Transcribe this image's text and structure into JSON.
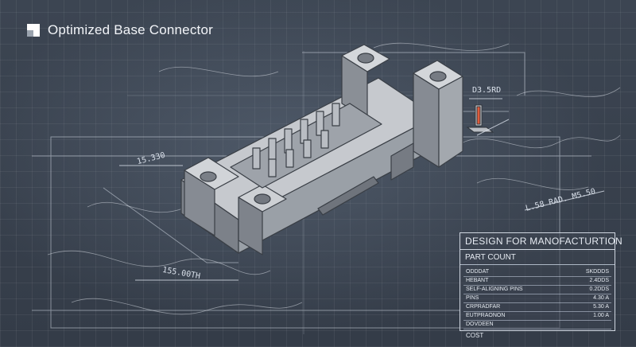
{
  "header": {
    "title": "Optimized Base Connector",
    "logo_icon": "cube-logo-icon"
  },
  "dimensions": {
    "top_right": "D3.5RD",
    "left": "15.330",
    "bottom": "155.00TH",
    "right": "L.58 RAD. M5.50"
  },
  "dfm_panel": {
    "title": "DESIGN FOR MANOFACTURTION",
    "subtitle": "PART COUNT",
    "rows": [
      {
        "label": "ODDDAT",
        "value": "SKDDDS"
      },
      {
        "label": "HEBANT",
        "value": "2.4DDS"
      },
      {
        "label": "SELF-ALIGNING PINS",
        "value": "0.2DDS"
      },
      {
        "label": "PINS",
        "value": "4.30 A"
      },
      {
        "label": "CRPRADFAR",
        "value": "5.30 A"
      },
      {
        "label": "EUTPRAONON",
        "value": "1.00 A"
      },
      {
        "label": "DOVDEEN",
        "value": ""
      }
    ],
    "footer": "COST"
  },
  "colors": {
    "background": "#3a4350",
    "line": "#d9e0ea",
    "part_light": "#c9ccd1",
    "part_dark": "#8a8f97",
    "accent": "#e05a3a"
  }
}
